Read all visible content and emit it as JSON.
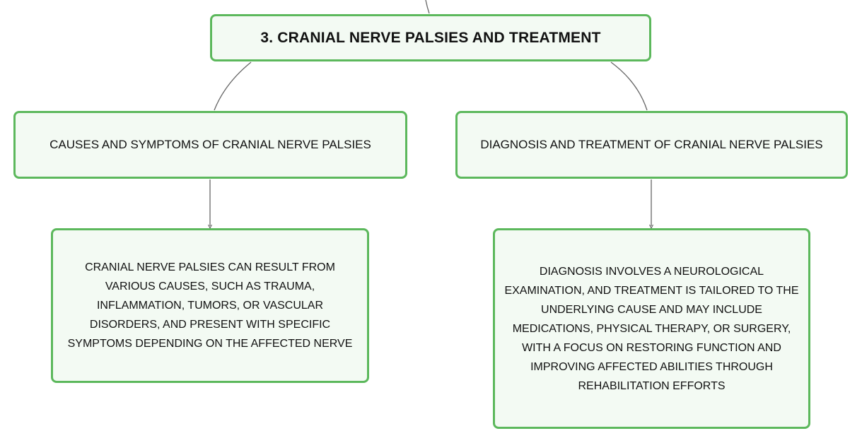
{
  "diagram": {
    "root": {
      "text": "3. CRANIAL NERVE PALSIES AND TREATMENT"
    },
    "branches": [
      {
        "title": "CAUSES AND SYMPTOMS OF CRANIAL NERVE PALSIES",
        "detail": "CRANIAL NERVE PALSIES CAN RESULT FROM VARIOUS CAUSES, SUCH AS TRAUMA, INFLAMMATION, TUMORS, OR VASCULAR DISORDERS, AND PRESENT WITH SPECIFIC SYMPTOMS DEPENDING ON THE AFFECTED NERVE"
      },
      {
        "title": "DIAGNOSIS AND TREATMENT OF CRANIAL NERVE PALSIES",
        "detail": "DIAGNOSIS INVOLVES A NEUROLOGICAL EXAMINATION, AND TREATMENT IS TAILORED TO THE UNDERLYING CAUSE AND MAY INCLUDE MEDICATIONS, PHYSICAL THERAPY, OR SURGERY, WITH A FOCUS ON RESTORING FUNCTION AND IMPROVING AFFECTED ABILITIES THROUGH REHABILITATION EFFORTS"
      }
    ],
    "colors": {
      "node_border": "#5cb85c",
      "node_fill": "#f3faf3",
      "connector": "#666666",
      "text": "#111111"
    }
  }
}
